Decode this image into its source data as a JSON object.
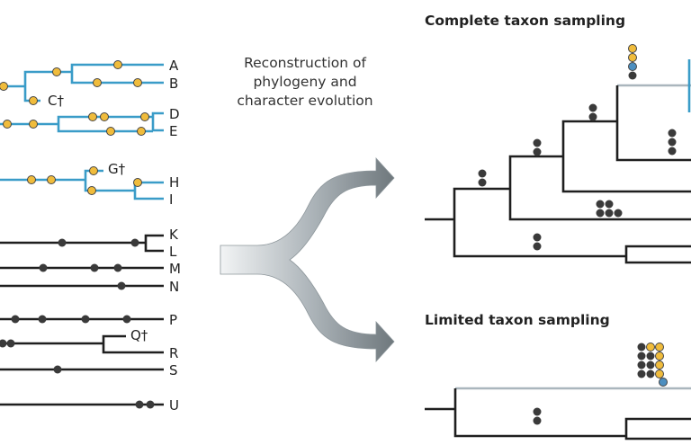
{
  "caption": {
    "line1": "Reconstruction of",
    "line2": "phylogeny and",
    "line3": "character evolution"
  },
  "panels": {
    "complete_title": "Complete taxon sampling",
    "limited_title": "Limited taxon sampling"
  },
  "taxa": {
    "A": "A",
    "B": "B",
    "C": "C†",
    "D": "D",
    "E": "E",
    "G": "G†",
    "H": "H",
    "I": "I",
    "K": "K",
    "L": "L",
    "M": "M",
    "N": "N",
    "P": "P",
    "Q": "Q†",
    "R": "R",
    "S": "S",
    "U": "U"
  },
  "colors": {
    "blue_branch": "#3a9cc8",
    "black_branch": "#1f1f1f",
    "yellow_dot": "#f0bc3c",
    "dark_dot": "#3a3a3a",
    "blue_dot": "#4d8fc0",
    "grey_branch": "#aab6bd",
    "arrow_fill": "#9aa3a8"
  }
}
